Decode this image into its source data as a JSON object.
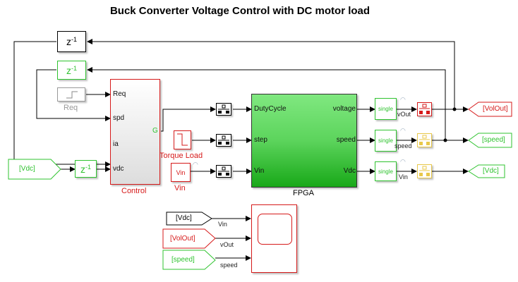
{
  "title": "Buck Converter Voltage Control with DC motor load",
  "colors": {
    "red": "#d61a1a",
    "green": "#2fc32f",
    "fpga_top": "#80e880",
    "fpga_bottom": "#18a818",
    "yellow": "#e8c84a"
  },
  "blocks": {
    "delay_top": {
      "label": "z",
      "exp": "-1"
    },
    "delay_green": {
      "label": "z",
      "exp": "-1"
    },
    "delay_vdc": {
      "label": "z",
      "exp": "-1"
    },
    "req_step": {
      "name": "Req"
    },
    "control": {
      "name": "Control",
      "inputs": [
        "Req",
        "spd",
        "ia",
        "vdc"
      ],
      "output": "G"
    },
    "torque_load": {
      "name": "Torque Load"
    },
    "vin_const": {
      "value": "Vin",
      "name": "Vin"
    },
    "fpga": {
      "name": "FPGA",
      "inputs": [
        "DutyCycle",
        "step",
        "Vin"
      ],
      "outputs": [
        "voltage",
        "speed",
        "Vdc"
      ]
    },
    "converters": [
      "single",
      "single",
      "single"
    ],
    "goto_tags": [
      "[VolOut]",
      "[speed]",
      "[Vdc]"
    ],
    "from_vdc_left": "[Vdc]",
    "from_tags": [
      "[Vdc]",
      "[VolOut]",
      "[speed]"
    ],
    "scope_signals": [
      "Vin",
      "vOut",
      "speed"
    ]
  },
  "signals": {
    "vout": "vOut",
    "speed": "speed",
    "vin": "Vin"
  }
}
